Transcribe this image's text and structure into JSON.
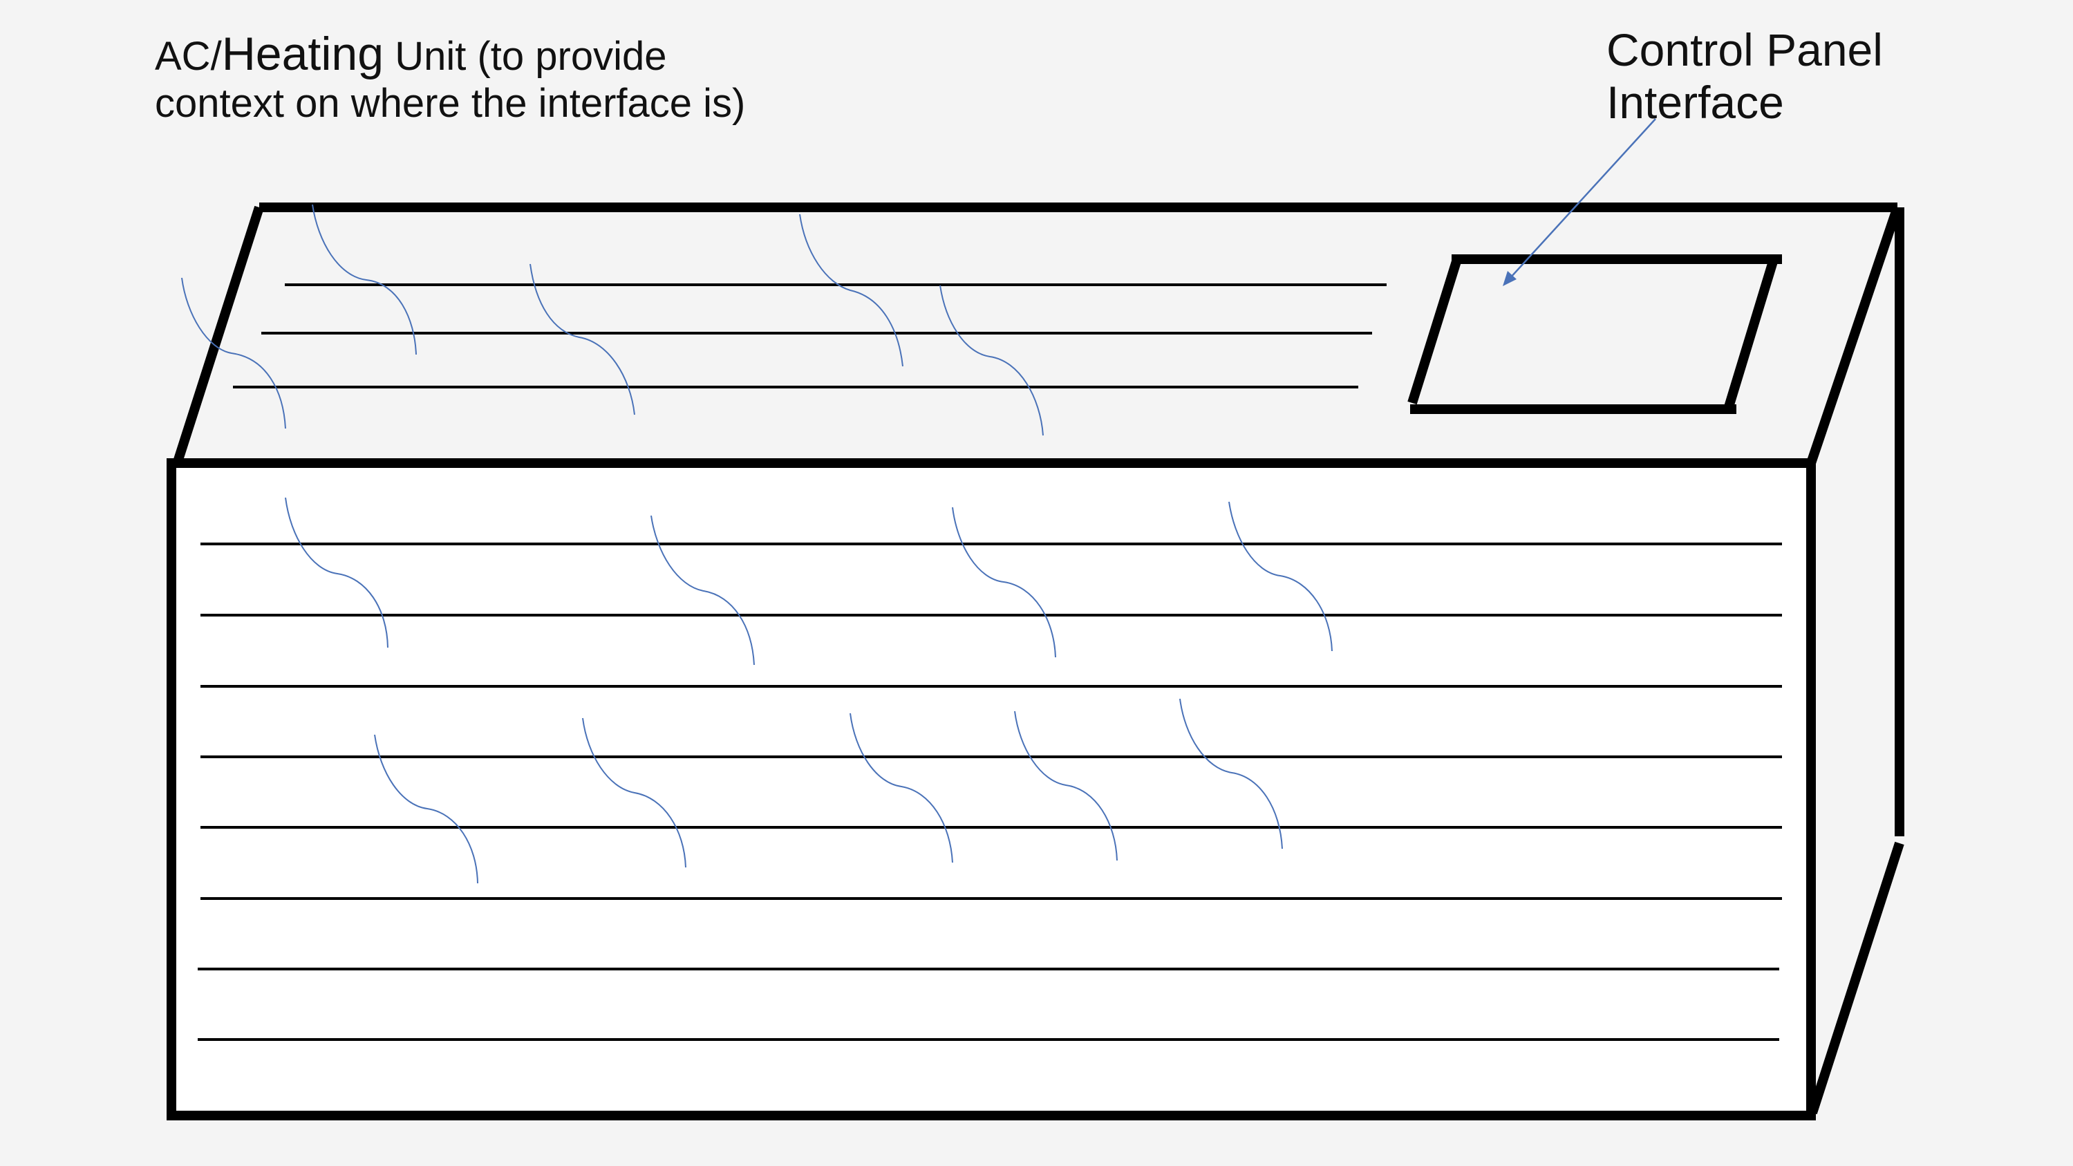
{
  "labels": {
    "unit_line1_a": "AC/",
    "unit_line1_b": "Heating",
    "unit_line1_c": " Unit (to provide",
    "unit_line2": "context on where the interface is)",
    "panel_line1": "Control Panel",
    "panel_line2": "Interface"
  },
  "colors": {
    "outline": "#000000",
    "airflow": "#4a72b8",
    "background": "#f4f4f4",
    "front_face": "#ffffff",
    "pointer_arrow": "#4a72b8"
  }
}
